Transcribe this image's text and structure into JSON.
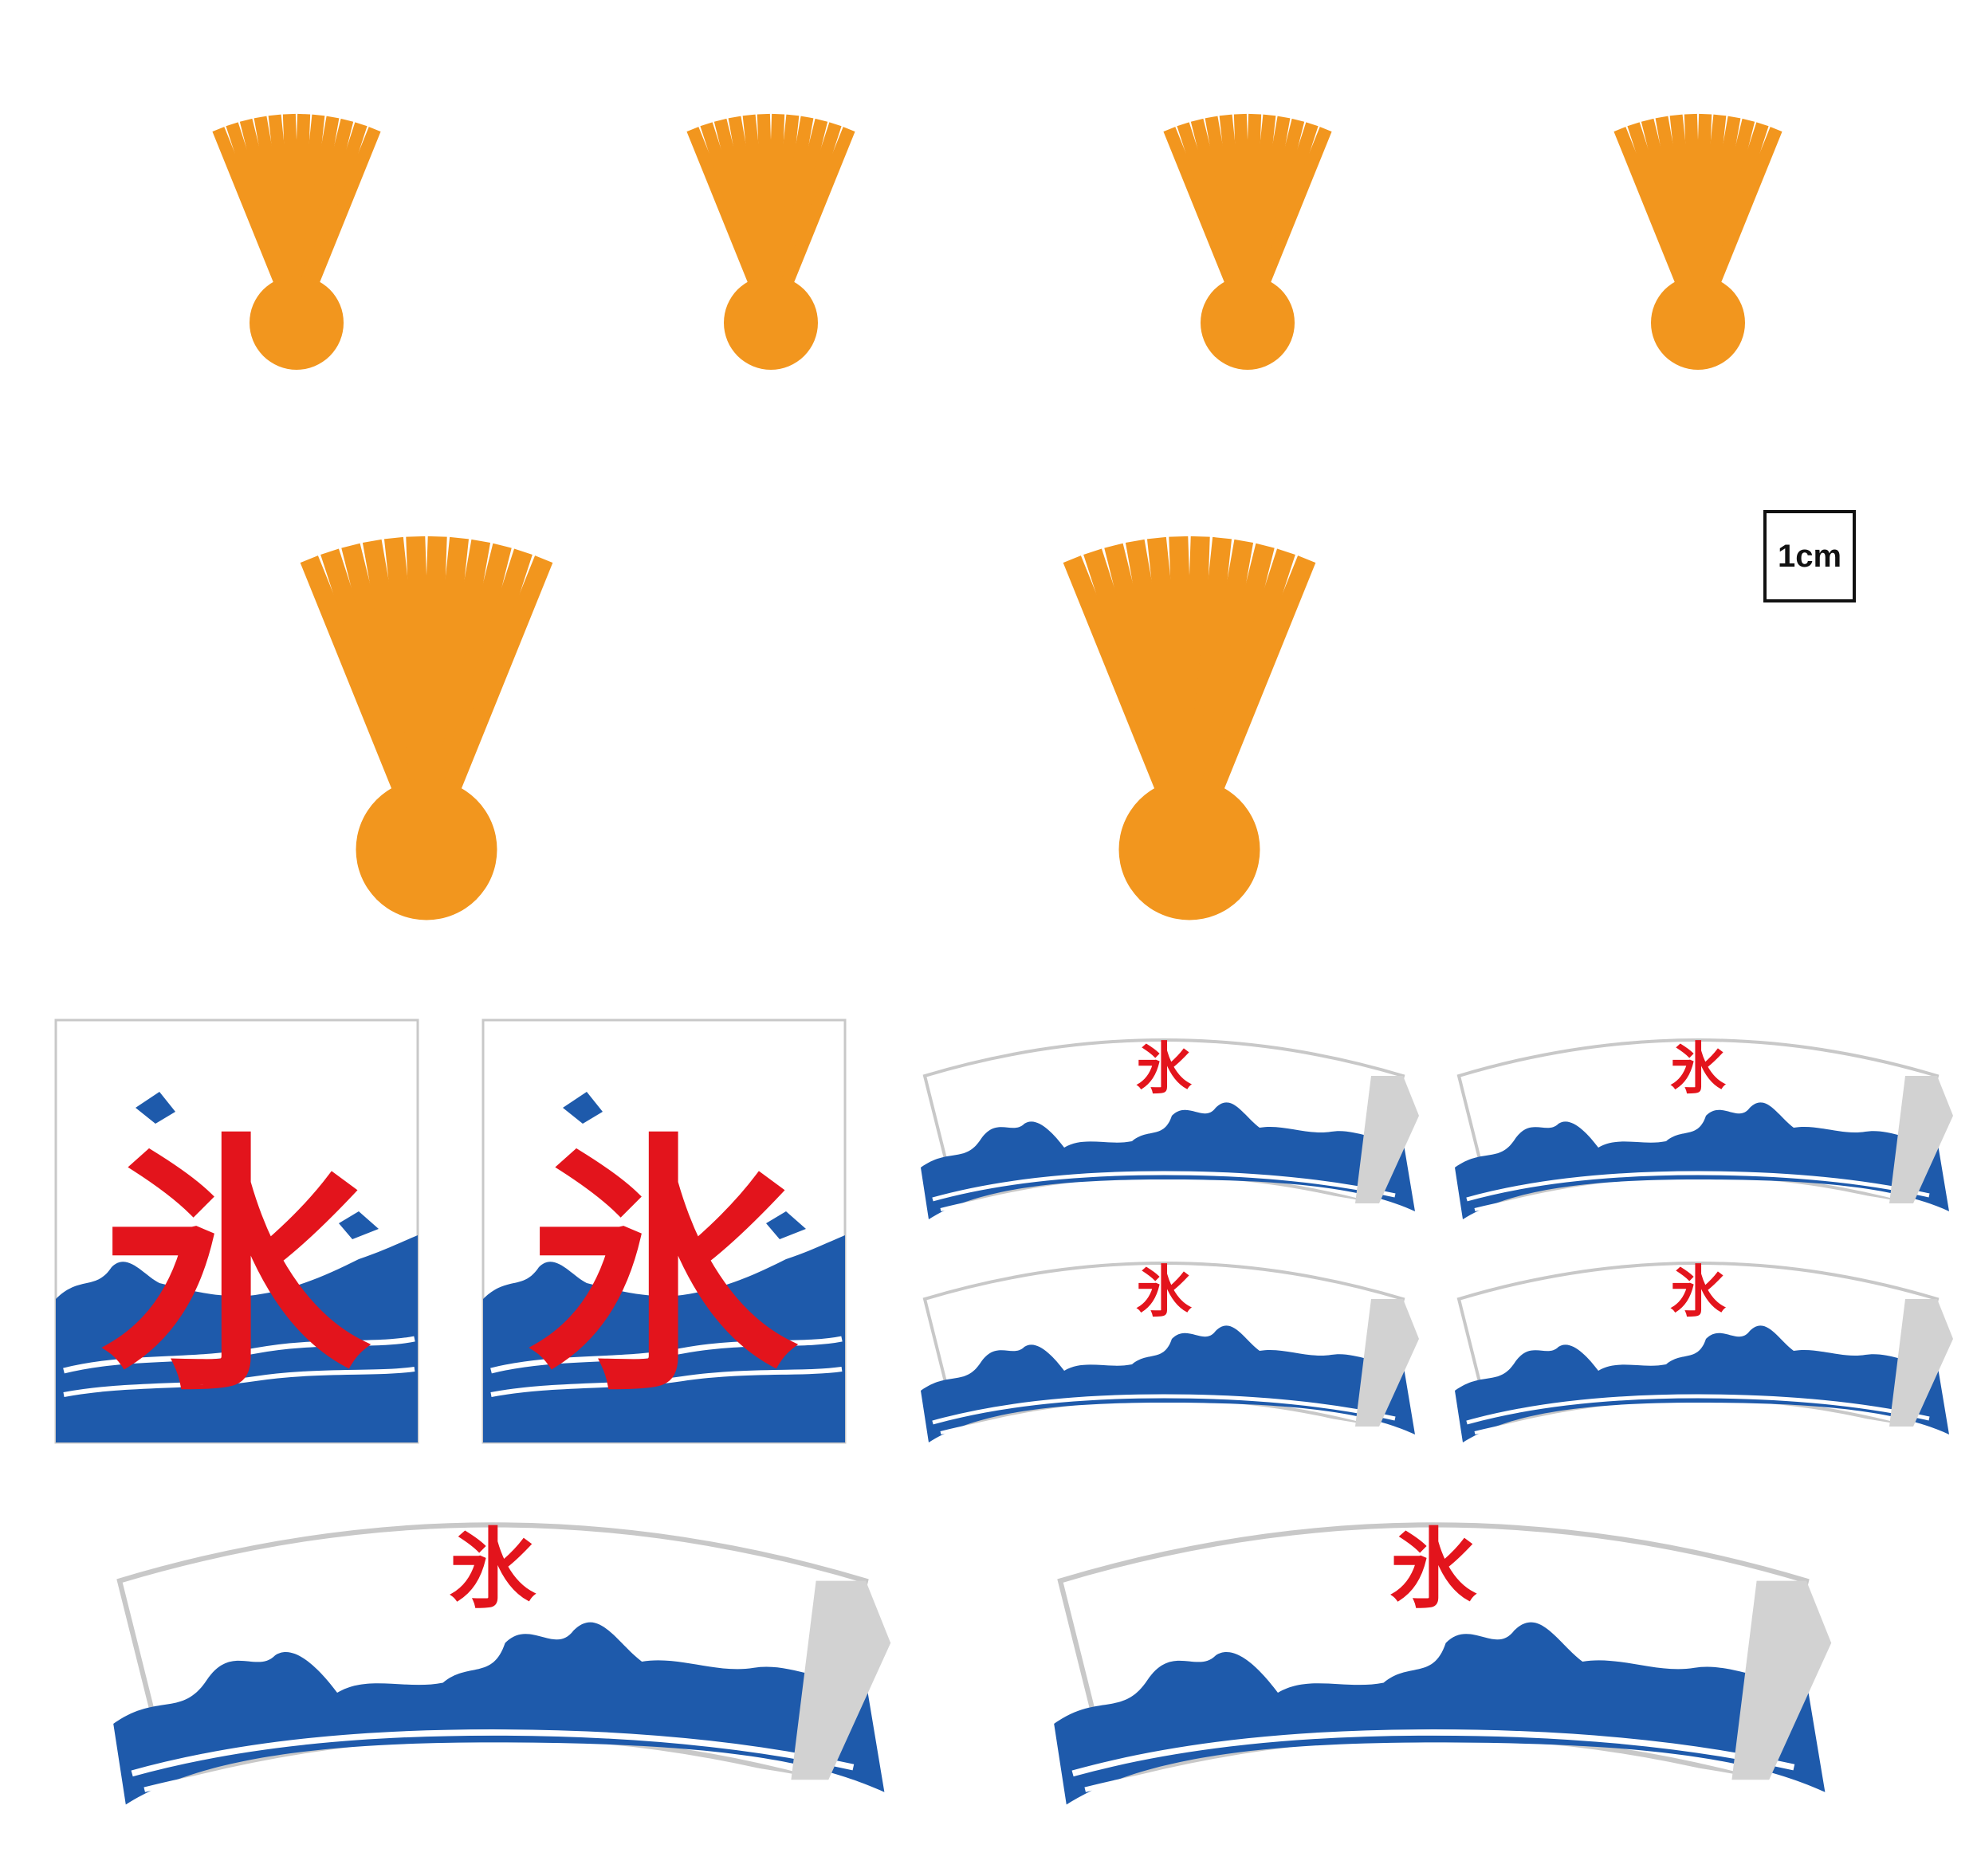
{
  "colors": {
    "fan_orange": "#F2961E",
    "wave_blue": "#1E5AAB",
    "kanji_red": "#E3141C",
    "outline_gray": "#C8C8C8",
    "side_gray": "#D2D2D2"
  },
  "scale_label": "1cm",
  "flag_kanji": "氷",
  "fan_rays_count": 12,
  "icons": {
    "fan": "fan-icon",
    "wave": "wave-icon",
    "bird": "bird-icon",
    "kanji_flag": "kanji-ice-flag"
  }
}
